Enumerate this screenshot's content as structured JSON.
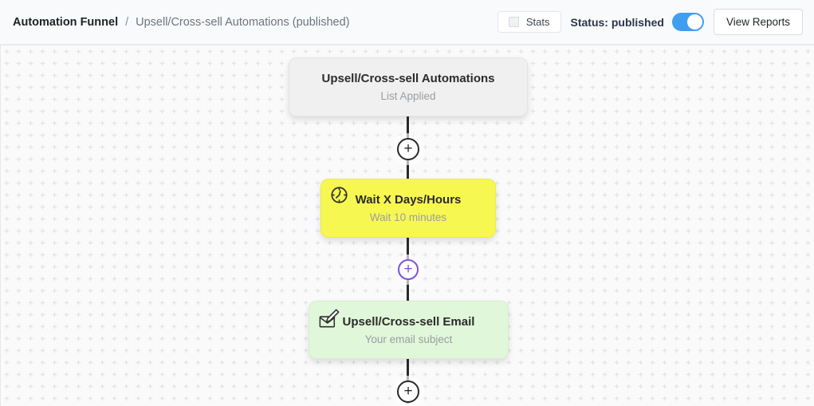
{
  "header": {
    "breadcrumb": {
      "root": "Automation Funnel",
      "separator": "/",
      "current": "Upsell/Cross-sell Automations (published)"
    },
    "stats": {
      "label": "Stats",
      "checked": false
    },
    "status": {
      "label": "Status: published",
      "toggle_on": true
    },
    "view_reports_label": "View Reports"
  },
  "flow": {
    "nodes": [
      {
        "type": "trigger",
        "title": "Upsell/Cross-sell Automations",
        "subtitle": "List Applied",
        "icon": null,
        "color": "#f0f0f0"
      },
      {
        "type": "wait",
        "title": "Wait X Days/Hours",
        "subtitle": "Wait 10 minutes",
        "icon": "clock-icon",
        "color": "#f7f751"
      },
      {
        "type": "email",
        "title": "Upsell/Cross-sell Email",
        "subtitle": "Your email subject",
        "icon": "compose-email-icon",
        "color": "#e1f7d9"
      }
    ],
    "add_step_symbol": "+"
  },
  "colors": {
    "accent_blue": "#3f9ef0",
    "connector": "#2b2b2b",
    "add_step_purple": "#7e52dd",
    "canvas_background": "#fafafa",
    "header_background": "#f8fafc"
  }
}
